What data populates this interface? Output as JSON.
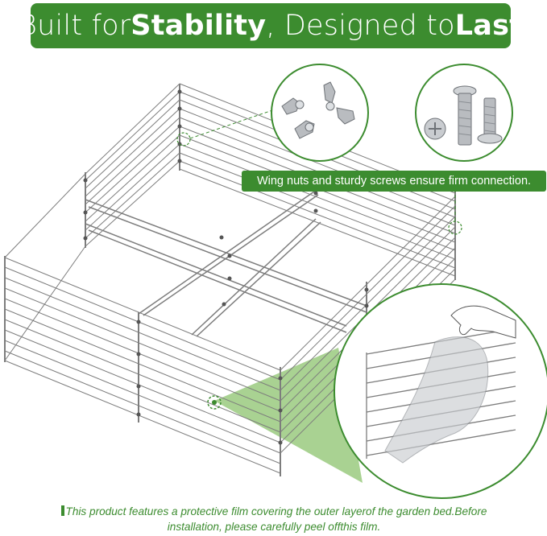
{
  "banner": {
    "part1": "Built for ",
    "bold1": "Stability",
    "part2": " , Designed to ",
    "bold2": "Last"
  },
  "callout": {
    "text": "Wing nuts and sturdy screws ensure firm connection."
  },
  "footer": {
    "line1": "This product features a protective film covering the outer layerof the garden bed.Before",
    "line2": "installation, please carefully peel offthis film."
  },
  "colors": {
    "brand_green": "#3c8c2f",
    "highlight_green": "#8cc36e",
    "metal_stroke": "#7a7a7a"
  },
  "icons": [
    "wing-nut-icon",
    "screw-icon",
    "hand-icon",
    "peel-film-icon"
  ]
}
